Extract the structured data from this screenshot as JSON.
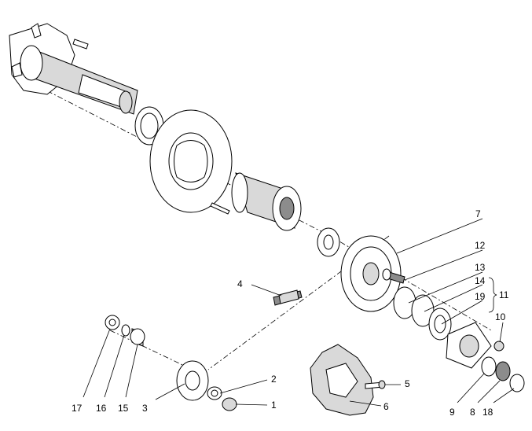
{
  "callouts": [
    {
      "id": "1",
      "text": "1"
    },
    {
      "id": "2",
      "text": "2"
    },
    {
      "id": "3",
      "text": "3"
    },
    {
      "id": "4",
      "text": "4"
    },
    {
      "id": "5",
      "text": "5"
    },
    {
      "id": "6",
      "text": "6"
    },
    {
      "id": "7",
      "text": "7"
    },
    {
      "id": "8",
      "text": "8"
    },
    {
      "id": "9",
      "text": "9"
    },
    {
      "id": "10",
      "text": "10"
    },
    {
      "id": "11",
      "text": "11"
    },
    {
      "id": "12",
      "text": "12"
    },
    {
      "id": "13",
      "text": "13"
    },
    {
      "id": "14",
      "text": "14"
    },
    {
      "id": "15",
      "text": "15"
    },
    {
      "id": "16",
      "text": "16"
    },
    {
      "id": "17",
      "text": "17"
    },
    {
      "id": "18",
      "text": "18"
    },
    {
      "id": "19",
      "text": "19"
    }
  ],
  "colors": {
    "line": "#000000",
    "shade": "#d9d9d9",
    "dark": "#8c8c8c",
    "background": "#ffffff"
  }
}
